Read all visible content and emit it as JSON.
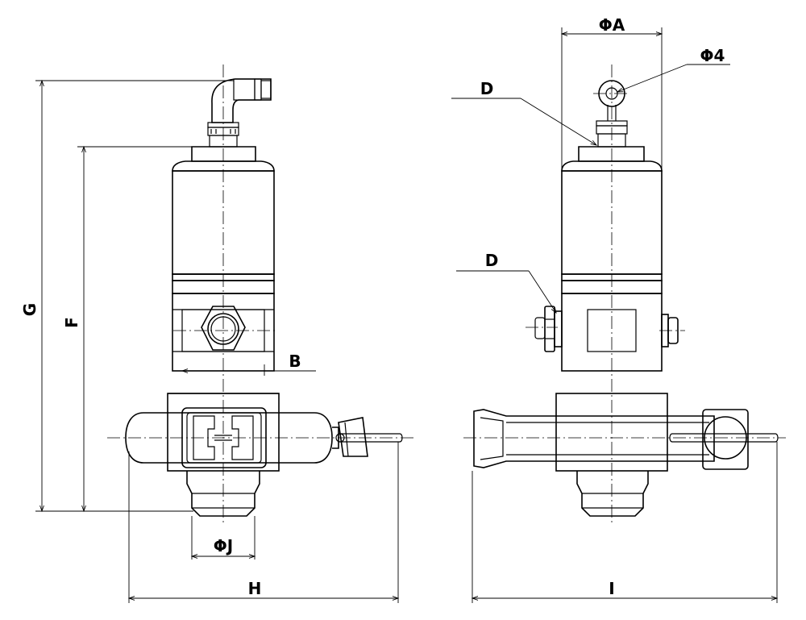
{
  "labels": {
    "phi_a": "ΦA",
    "phi_4": "Φ4",
    "d_top": "D",
    "d_mid": "D",
    "b": "B",
    "g": "G",
    "f": "F",
    "phi_j": "ΦJ",
    "h": "H",
    "i": "I"
  }
}
